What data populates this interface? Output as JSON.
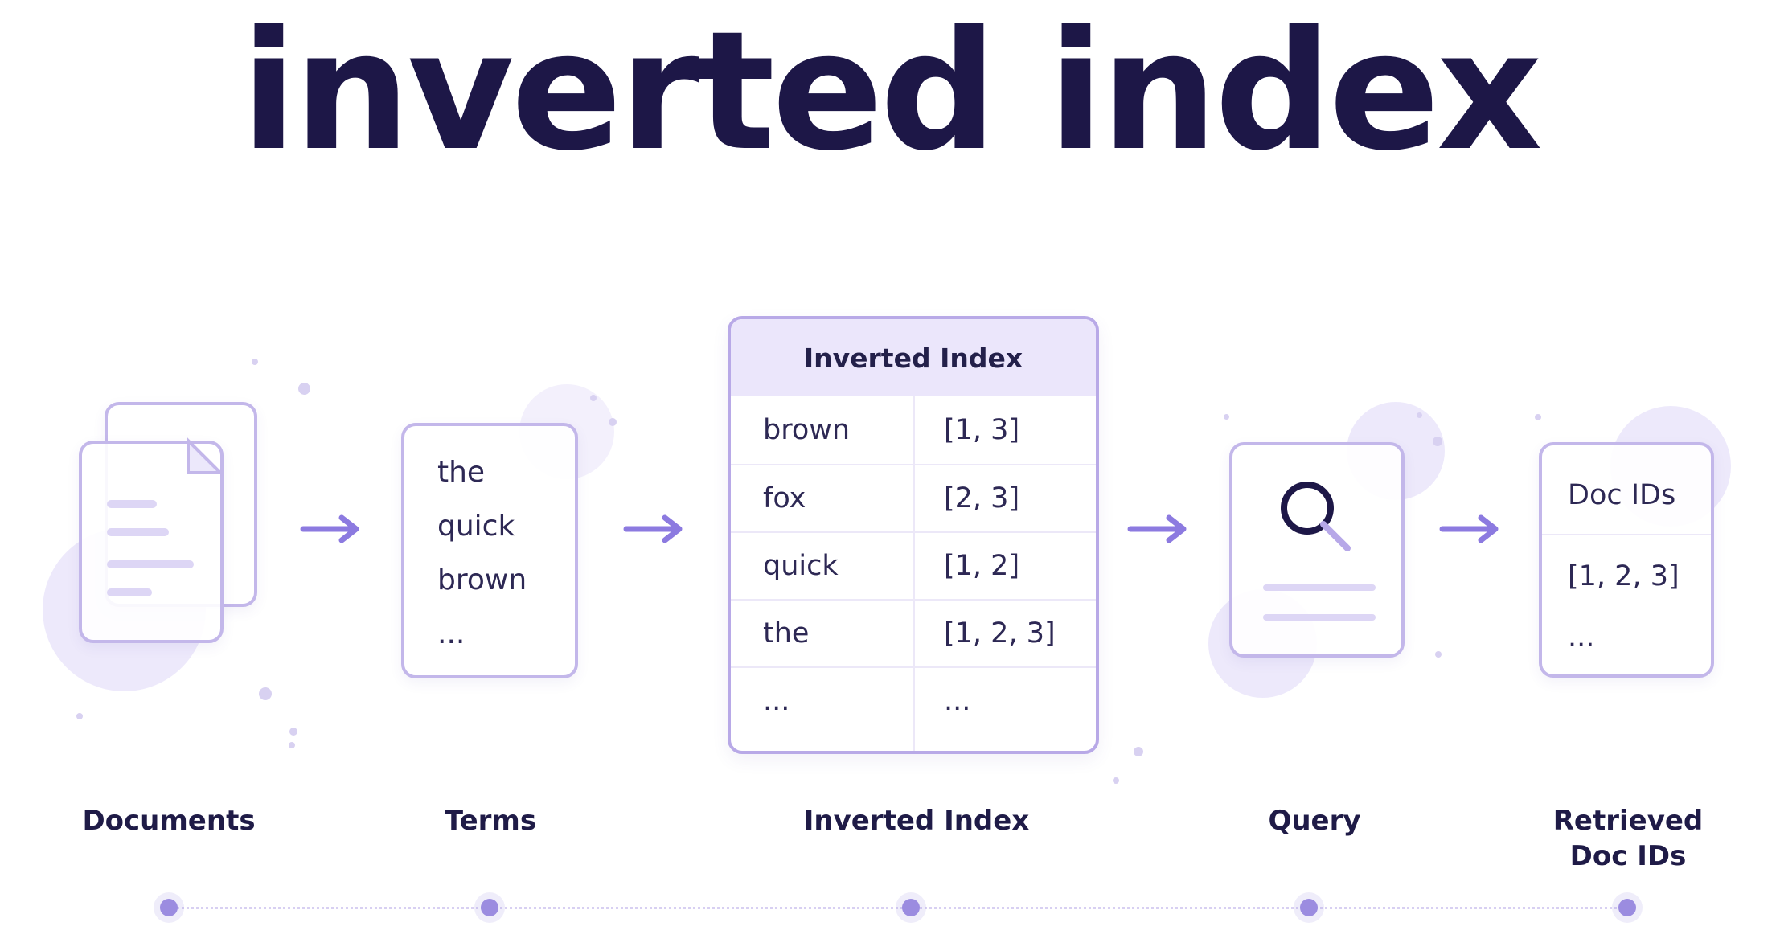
{
  "title": "inverted index",
  "documents": {
    "label": "Documents",
    "icon": "documents-icon"
  },
  "terms": {
    "label": "Terms",
    "items": [
      "the",
      "quick",
      "brown",
      "..."
    ]
  },
  "index": {
    "header": "Inverted Index",
    "label": "Inverted Index",
    "rows": [
      {
        "term": "brown",
        "postings": "[1, 3]"
      },
      {
        "term": "fox",
        "postings": "[2, 3]"
      },
      {
        "term": "quick",
        "postings": "[1, 2]"
      },
      {
        "term": "the",
        "postings": "[1, 2, 3]"
      },
      {
        "term": "...",
        "postings": "..."
      }
    ]
  },
  "query": {
    "label": "Query",
    "icon": "magnifier-icon"
  },
  "retrieved": {
    "header": "Doc IDs",
    "value": "[1, 2, 3]",
    "more": "...",
    "label_line1": "Retrieved",
    "label_line2": "Doc IDs"
  },
  "colors": {
    "title": "#1d1747",
    "accent": "#8c7ae0",
    "border": "#c3b7ea"
  }
}
